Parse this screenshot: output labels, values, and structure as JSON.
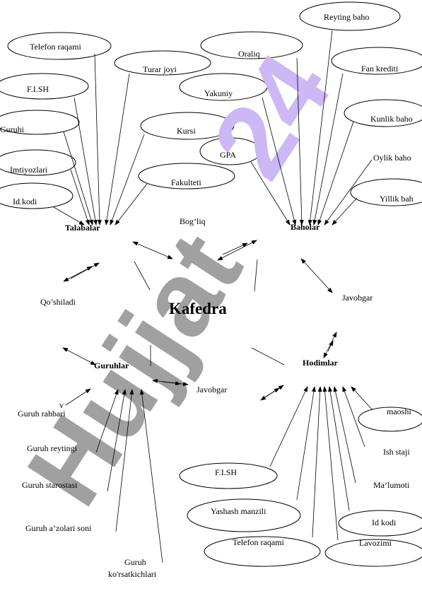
{
  "center": "Kafedra",
  "entities": {
    "talabalar": "Talabalar",
    "baholar": "Baholar",
    "guruhlar": "Guruhlar",
    "hodimlar": "Hodimlar"
  },
  "relations": {
    "bogliq": "Bog’liq",
    "qoshiladi": "Qo’shiladi",
    "javobgar_right": "Javobgar",
    "javobgar_bottom": "Javobgar"
  },
  "talabalar_attributes": {
    "telefon": "Telefon raqami",
    "turar_joyi": "Turar joyi",
    "fish": "F.I.SH",
    "guruhi": "Guruhi",
    "kursi": "Kursi",
    "imtiyozlari": "Imtiyozlari",
    "fakulteti": "Fakulteti",
    "id_kodi": "Id.kodi"
  },
  "baholar_attributes": {
    "reyting": "Reyting baho",
    "oraliq": "Oraliq",
    "fan_krediti": "Fan krediti",
    "yakuniy": "Yakuniy",
    "kunlik": "Kunlik baho",
    "gpa": "GPA",
    "oylik": "Oylik baho",
    "yillik": "Yillik bah"
  },
  "guruhlar_attributes": {
    "v_mark": "v",
    "rahbari": "Guruh rahbari",
    "reytingi": "Guruh reytingi",
    "starostasi": "Guruh starostasi",
    "azolari": "Guruh a’zolari soni",
    "korsatkich_1": "Guruh",
    "korsatkich_2": "ko'rsatkichlari"
  },
  "hodimlar_attributes": {
    "maoshi": "maoshi",
    "ish_staji": "Ish staji",
    "fish": "F.I.SH",
    "malumoti": "Ma’lumoti",
    "yashash": "Yashash manzili",
    "id_kodi": "Id kodi",
    "telefon": "Telefon raqami",
    "lavozimi": "Lavozimi"
  },
  "watermark": {
    "text_main": "Hujjat",
    "text_num": "24",
    "main_color": "#a0a0a0",
    "num_color": "#cbb8f5"
  }
}
